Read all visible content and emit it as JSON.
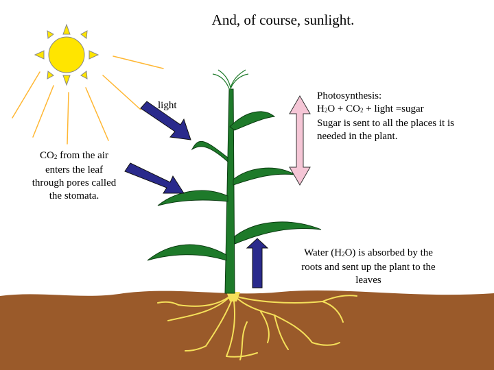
{
  "title": "And, of course, sunlight.",
  "light_label": "light",
  "co2_label": {
    "line1_pre": "CO",
    "line1_sub": "2",
    "line1_post": " from the air",
    "line2": "enters the leaf",
    "line3": "through pores called",
    "line4": "the stomata."
  },
  "photosynthesis_label": {
    "heading": "Photosynthesis:",
    "eq_h": "H",
    "eq_h_sub": "2",
    "eq_mid": "O + CO",
    "eq_co_sub": "2",
    "eq_end": " + light =sugar",
    "line3": "Sugar is sent to all the places it is",
    "line4": "needed in the plant."
  },
  "water_label": {
    "pre": "Water (H",
    "sub": "2",
    "post": "O) is absorbed by the",
    "line2": "roots and sent up the plant to the",
    "line3": "leaves"
  },
  "colors": {
    "sun_fill": "#FFE500",
    "sun_ray": "#FFB733",
    "stem": "#1E7A2A",
    "arrow_blue": "#2A2A8C",
    "arrow_pink": "#F5C6D6",
    "soil": "#9A5A2A",
    "roots": "#F5E05A"
  },
  "icons": [
    "sun-icon",
    "arrow-icon",
    "double-arrow-icon"
  ]
}
